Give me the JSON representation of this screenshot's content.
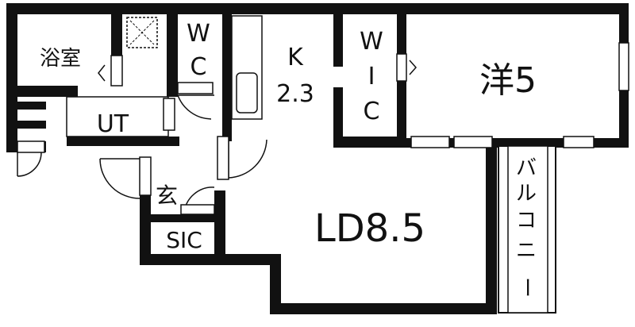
{
  "rooms": {
    "bath": "浴室",
    "toilet_w": "W",
    "toilet_c": "C",
    "kitchen_k": "K",
    "kitchen_size": "2.3",
    "wic_w": "W",
    "wic_i": "I",
    "wic_c": "C",
    "western_room": "洋5",
    "utility": "UT",
    "entrance": "玄",
    "shoe_closet": "SIC",
    "living_dining": "LD8.5",
    "balcony": [
      "バ",
      "ル",
      "コ",
      "ニ",
      "ー"
    ]
  }
}
